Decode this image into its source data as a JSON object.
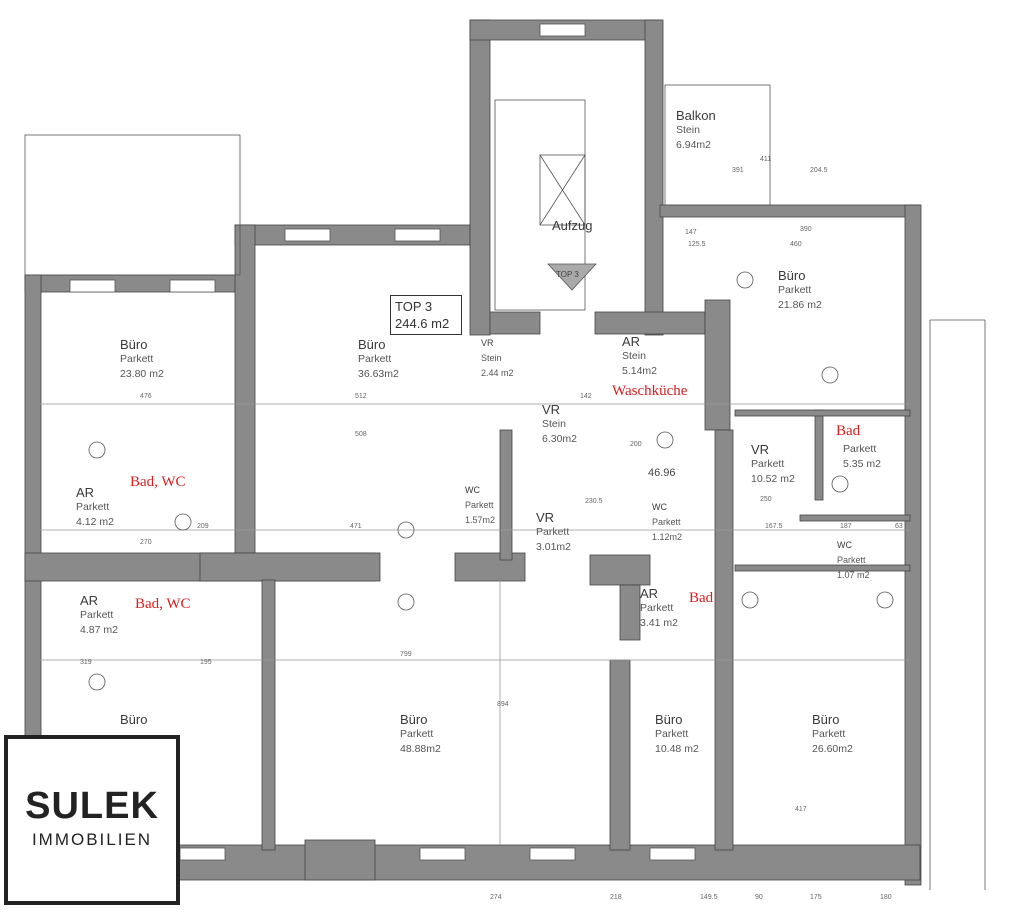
{
  "plan": {
    "unit_box": {
      "name": "TOP 3",
      "area": "244.6 m2"
    },
    "rooms": [
      {
        "name": "Büro",
        "floor": "Parkett",
        "area": "23.80 m2"
      },
      {
        "name": "Büro",
        "floor": "Parkett",
        "area": "36.63m2"
      },
      {
        "name": "Balkon",
        "floor": "Stein",
        "area": "6.94m2"
      },
      {
        "name": "Aufzug",
        "floor": "",
        "area": ""
      },
      {
        "name": "Büro",
        "floor": "Parkett",
        "area": "21.86 m2"
      },
      {
        "name": "VR",
        "floor": "Stein",
        "area": "2.44 m2"
      },
      {
        "name": "AR",
        "floor": "Stein",
        "area": "5.14m2"
      },
      {
        "name": "VR",
        "floor": "Stein",
        "area": "6.30m2"
      },
      {
        "name": "VR",
        "floor": "Parkett",
        "area": "10.52 m2"
      },
      {
        "name": "",
        "floor": "Parkett",
        "area": "5.35 m2"
      },
      {
        "name": "WC",
        "floor": "Parkett",
        "area": "1.57m2"
      },
      {
        "name": "WC",
        "floor": "Parkett",
        "area": "1.12m2"
      },
      {
        "name": "VR",
        "floor": "Parkett",
        "area": "3.01m2"
      },
      {
        "name": "WC",
        "floor": "Parkett",
        "area": "1.07 m2"
      },
      {
        "name": "AR",
        "floor": "Parkett",
        "area": "4.12 m2"
      },
      {
        "name": "AR",
        "floor": "Parkett",
        "area": "4.87 m2"
      },
      {
        "name": "AR",
        "floor": "Parkett",
        "area": "3.41 m2"
      },
      {
        "name": "Büro",
        "floor": "",
        "area": ""
      },
      {
        "name": "Büro",
        "floor": "Parkett",
        "area": "48.88m2"
      },
      {
        "name": "Büro",
        "floor": "Parkett",
        "area": "10.48 m2"
      },
      {
        "name": "Büro",
        "floor": "Parkett",
        "area": "26.60m2"
      }
    ],
    "annotations": [
      "Waschküche",
      "Bad",
      "Bad, WC",
      "Bad, WC",
      "Bad"
    ],
    "stair_marker": "TOP 3",
    "elevation": "46.96",
    "dimensions": [
      "476",
      "512",
      "508",
      "471",
      "270",
      "209",
      "799",
      "894",
      "319",
      "195",
      "411",
      "391",
      "204.5",
      "390",
      "460",
      "125.5",
      "147",
      "167.5",
      "187",
      "63",
      "417",
      "142",
      "200",
      "230.5",
      "250",
      "90",
      "175",
      "180",
      "149.5",
      "218",
      "274"
    ],
    "colors": {
      "wall": "#8a8a8a",
      "annotation": "#d62020"
    }
  },
  "logo": {
    "line1": "SULEK",
    "line2": "IMMOBILIEN"
  }
}
